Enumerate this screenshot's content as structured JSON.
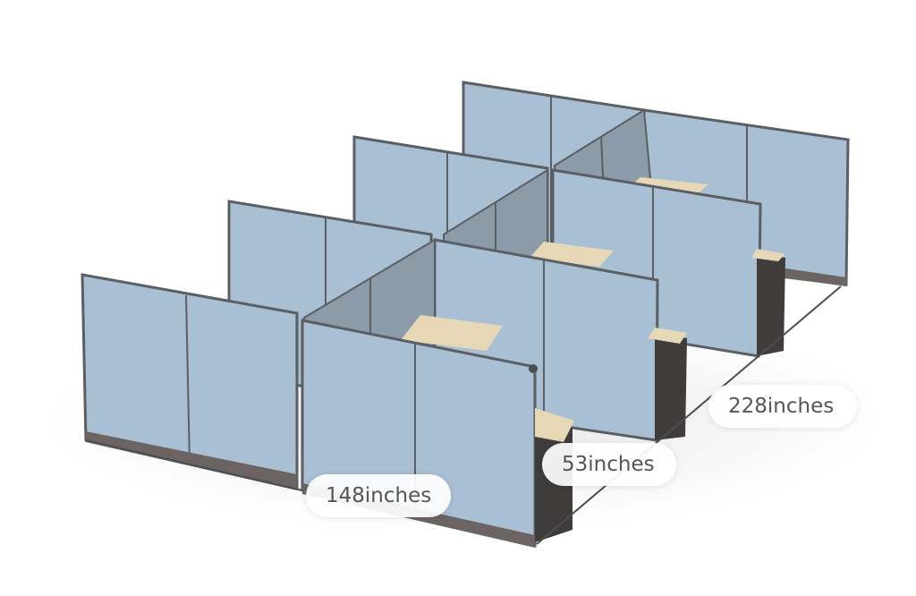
{
  "image": {
    "subject": "Cubicle workstation cluster",
    "colors": {
      "panel_fabric": "#a9bfd3",
      "panel_fabric_dark": "#93a9bd",
      "panel_shadow": "#8b9ba8",
      "frame": "#5b5f63",
      "base_trim": "#6b6462",
      "desk_top": "#e6d8b6",
      "desk_front": "#3f3c3b",
      "label_bg": "#ffffff",
      "label_text": "#555555"
    }
  },
  "dimensions": {
    "depth_label": "148inches",
    "width_label": "53inches",
    "length_label": "228inches"
  }
}
